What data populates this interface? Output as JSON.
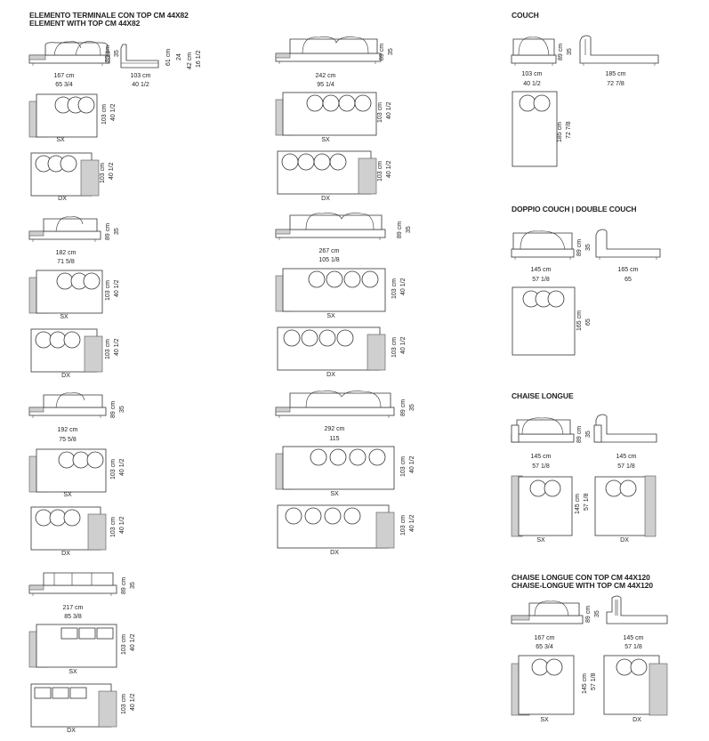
{
  "col1": {
    "heading_it": "ELEMENTO TERMINALE CON TOP CM 44X82",
    "heading_en": "ELEMENT WITH TOP CM 44X82",
    "g1": {
      "w_cm": "167 cm",
      "w_in": "65 3/4",
      "h_cm": "89 cm",
      "h_in": "35",
      "d_cm": "103 cm",
      "d_in": "40 1/2",
      "side_h1_cm": "61 cm",
      "side_h1_in": "24",
      "side_h2_cm": "42 cm",
      "side_h2_in": "16 1/2",
      "sx": "SX",
      "dx": "DX"
    },
    "g2": {
      "w_cm": "182 cm",
      "w_in": "71 5/8",
      "h_cm": "89 cm",
      "h_in": "35",
      "d_cm": "103 cm",
      "d_in": "40 1/2",
      "sx": "SX",
      "dx": "DX"
    },
    "g3": {
      "w_cm": "192 cm",
      "w_in": "75 5/8",
      "h_cm": "89 cm",
      "h_in": "35",
      "d_cm": "103 cm",
      "d_in": "40 1/2",
      "sx": "SX",
      "dx": "DX"
    },
    "g4": {
      "w_cm": "217 cm",
      "w_in": "85 3/8",
      "h_cm": "89 cm",
      "h_in": "35",
      "d_cm": "103 cm",
      "d_in": "40 1/2",
      "sx": "SX",
      "dx": "DX"
    }
  },
  "col2": {
    "g1": {
      "w_cm": "242 cm",
      "w_in": "95 1/4",
      "h_cm": "89 cm",
      "h_in": "35",
      "d_cm": "103 cm",
      "d_in": "40 1/2",
      "sx": "SX",
      "dx": "DX"
    },
    "g2": {
      "w_cm": "267 cm",
      "w_in": "105 1/8",
      "h_cm": "89 cm",
      "h_in": "35",
      "d_cm": "103 cm",
      "d_in": "40 1/2",
      "sx": "SX",
      "dx": "DX"
    },
    "g3": {
      "w_cm": "292 cm",
      "w_in": "115",
      "h_cm": "89 cm",
      "h_in": "35",
      "d_cm": "103 cm",
      "d_in": "40 1/2",
      "sx": "SX",
      "dx": "DX"
    }
  },
  "col3": {
    "couch": {
      "heading": "COUCH",
      "w_cm": "103 cm",
      "w_in": "40 1/2",
      "h_cm": "89 cm",
      "h_in": "35",
      "l_cm": "185 cm",
      "l_in": "72 7/8",
      "pl_cm": "185 cm",
      "pl_in": "72 7/8"
    },
    "double": {
      "heading": "DOPPIO COUCH | DOUBLE COUCH",
      "w_cm": "145 cm",
      "w_in": "57 1/8",
      "h_cm": "89 cm",
      "h_in": "35",
      "l_cm": "165 cm",
      "l_in": "65",
      "pl_cm": "165 cm",
      "pl_in": "65"
    },
    "chaise": {
      "heading": "CHAISE LONGUE",
      "w_cm": "145 cm",
      "w_in": "57 1/8",
      "h_cm": "89 cm",
      "h_in": "35",
      "l_cm": "145 cm",
      "l_in": "57 1/8",
      "pl_cm": "145 cm",
      "pl_in": "57 1/8",
      "sx": "SX",
      "dx": "DX"
    },
    "chaise_top": {
      "heading_it": "CHAISE LONGUE CON TOP CM 44X120",
      "heading_en": "CHAISE-LONGUE WITH TOP CM 44X120",
      "w_cm": "167 cm",
      "w_in": "65 3/4",
      "h_cm": "89 cm",
      "h_in": "35",
      "l_cm": "145 cm",
      "l_in": "57 1/8",
      "pl_cm": "145 cm",
      "pl_in": "57 1/8",
      "sx": "SX",
      "dx": "DX"
    }
  }
}
